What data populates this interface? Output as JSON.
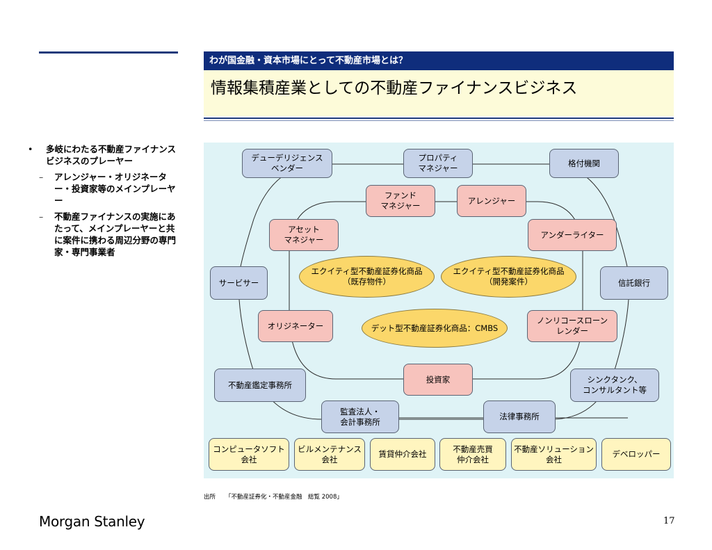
{
  "header": {
    "subtitle": "わが国金融・資本市場にとって不動産市場とは？",
    "title": "情報集積産業としての不動産ファイナンスビジネス"
  },
  "bullets": [
    {
      "text": "多岐にわたる不動産ファイナンスビジネスのプレーヤー",
      "marker": "•"
    },
    {
      "text": "アレンジャー・オリジネーター・投資家等のメインプレーヤー",
      "marker": "–"
    },
    {
      "text": "不動産ファイナンスの実施にあたって、メインプレーヤーと共に案件に携わる周辺分野の専門家・専門事業者",
      "marker": "–"
    }
  ],
  "diagram": {
    "outer": {
      "due_diligence": "デューデリジェンス\nベンダー",
      "property_manager": "プロパティ\nマネジャー",
      "rating_agency": "格付機関",
      "servicer": "サービサー",
      "trust_bank": "信託銀行",
      "appraisal": "不動産鑑定事務所",
      "think_tank": "シンクタンク、\nコンサルタント等",
      "audit": "監査法人・\n会計事務所",
      "law_firm": "法律事務所"
    },
    "main": {
      "fund_manager": "ファンド\nマネジャー",
      "arranger": "アレンジャー",
      "asset_manager": "アセット\nマネジャー",
      "underwriter": "アンダーライター",
      "originator": "オリジネーター",
      "nonrecourse": "ノンリコースローン\nレンダー",
      "investor": "投資家"
    },
    "products": {
      "equity_existing": "エクイティ型不動産証券化商品\n（既存物件）",
      "equity_dev": "エクイティ型不動産証券化商品\n（開発案件）",
      "debt_cmbs": "デット型不動産証券化商品：CMBS"
    },
    "bottom": {
      "software": "コンピュータソフト\n会社",
      "building_maint": "ビルメンテナンス\n会社",
      "rental_agency": "賃貸仲介会社",
      "sales_agency": "不動産売買\n仲介会社",
      "solution": "不動産ソリューション\n会社",
      "developer": "デベロッパー"
    },
    "colors": {
      "outer": "#c6d3e9",
      "main": "#f7c3bd",
      "product": "#fbd76a",
      "bottom": "#fff5bf",
      "background": "#dff3f6"
    }
  },
  "source": {
    "label": "出所",
    "text": "「不動産証券化・不動産金融　総覧 2008」"
  },
  "footer": {
    "brand": "Morgan Stanley",
    "page": "17"
  }
}
